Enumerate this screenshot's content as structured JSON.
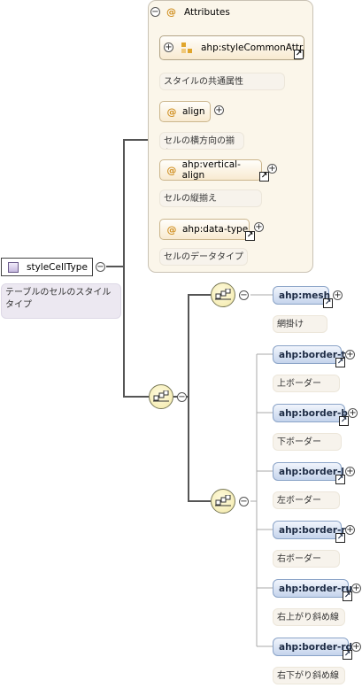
{
  "complex_type": {
    "name": "styleCellType",
    "description": "テーブルのセルのスタイルタイプ"
  },
  "attributes_panel": {
    "header": "Attributes",
    "group": {
      "name": "ahp:styleCommonAttr",
      "description": "スタイルの共通属性"
    },
    "items": [
      {
        "name": "align",
        "description": "セルの横方向の揃え"
      },
      {
        "name": "ahp:vertical-align",
        "description": "セルの縦揃え"
      },
      {
        "name": "ahp:data-type",
        "description": "セルのデータタイプ"
      }
    ]
  },
  "content_model": {
    "first_sequence": [
      {
        "name": "ahp:mesh",
        "description": "網掛け"
      }
    ],
    "second_sequence": [
      {
        "name": "ahp:border-t",
        "description": "上ボーダー"
      },
      {
        "name": "ahp:border-b",
        "description": "下ボーダー"
      },
      {
        "name": "ahp:border-l",
        "description": "左ボーダー"
      },
      {
        "name": "ahp:border-r",
        "description": "右ボーダー"
      },
      {
        "name": "ahp:border-ru",
        "description": "右上がり斜め線"
      },
      {
        "name": "ahp:border-rd",
        "description": "右下がり斜め線"
      }
    ]
  },
  "symbols": {
    "expand": "+",
    "collapse": "−",
    "attribute": "@",
    "reference": "↗"
  },
  "colors": {
    "attribute_accent": "#d19124",
    "element_fill": "#c5d4ec",
    "panel_fill": "#fbf6ea",
    "compositor_fill": "#f2e8a6"
  }
}
